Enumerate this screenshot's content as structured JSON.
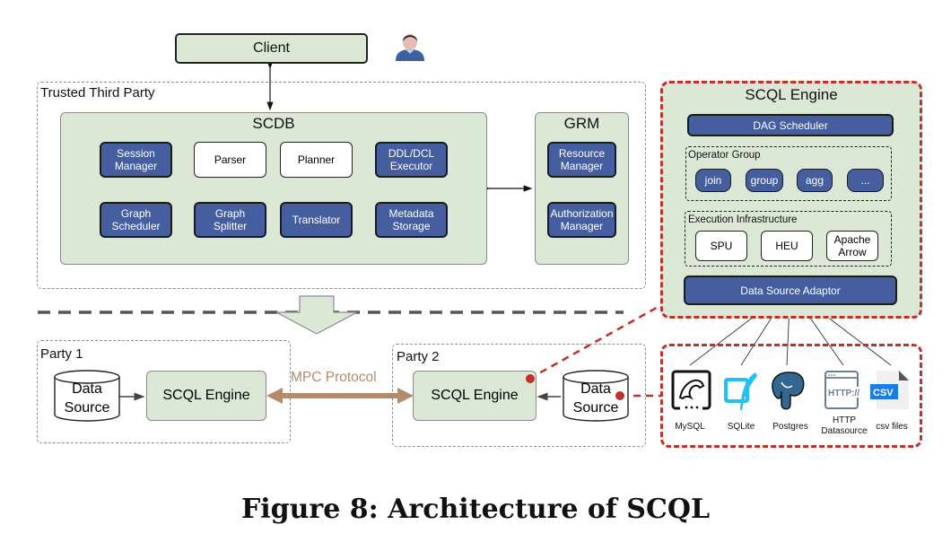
{
  "client": {
    "label": "Client",
    "icon": "user-icon"
  },
  "trusted_third_party": {
    "label": "Trusted Third Party",
    "scdb": {
      "title": "SCDB",
      "components": [
        {
          "label": "Session\nManager",
          "style": "blue"
        },
        {
          "label": "Parser",
          "style": "white"
        },
        {
          "label": "Planner",
          "style": "white"
        },
        {
          "label": "DDL/DCL\nExecutor",
          "style": "blue"
        },
        {
          "label": "Graph\nScheduler",
          "style": "blue"
        },
        {
          "label": "Graph\nSplitter",
          "style": "blue"
        },
        {
          "label": "Translator",
          "style": "blue"
        },
        {
          "label": "Metadata\nStorage",
          "style": "blue"
        }
      ]
    },
    "grm": {
      "title": "GRM",
      "components": [
        {
          "label": "Resource\nManager"
        },
        {
          "label": "Authorization\nManager"
        }
      ]
    }
  },
  "scql_engine_detail": {
    "title": "SCQL Engine",
    "dag_scheduler": "DAG Scheduler",
    "operator_group": {
      "label": "Operator Group",
      "operators": [
        "join",
        "group",
        "agg",
        "..."
      ]
    },
    "execution_infrastructure": {
      "label": "Execution Infrastructure",
      "items": [
        "SPU",
        "HEU",
        "Apache\nArrow"
      ]
    },
    "data_source_adaptor": "Data Source Adaptor"
  },
  "party1": {
    "label": "Party 1",
    "data_source": "Data\nSource",
    "engine": "SCQL Engine"
  },
  "party2": {
    "label": "Party 2",
    "data_source": "Data\nSource",
    "engine": "SCQL Engine"
  },
  "mpc_protocol": {
    "label": "MPC Protocol",
    "color": "#b58b6a"
  },
  "data_sources": [
    {
      "label": "MySQL",
      "icon": "mysql-icon"
    },
    {
      "label": "SQLite",
      "icon": "sqlite-icon"
    },
    {
      "label": "Postgres",
      "icon": "postgres-icon"
    },
    {
      "label": "HTTP\nDatasource",
      "icon": "http-icon"
    },
    {
      "label": "csv files",
      "icon": "csv-file-icon"
    }
  ],
  "colors": {
    "component_blue": "#445e9f",
    "panel_green": "#dae8d5",
    "highlight_red": "#c0312b"
  },
  "caption": "Figure 8: Architecture of SCQL"
}
